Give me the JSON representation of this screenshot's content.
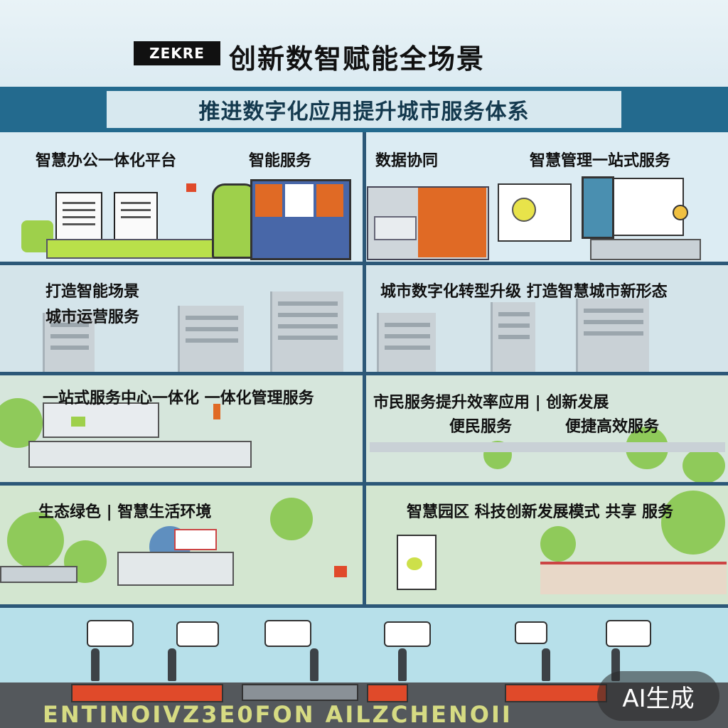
{
  "header": {
    "chip_text": "ZEKRE",
    "title": "创新数智赋能全场景"
  },
  "banner": {
    "text": "推进数字化应用提升城市服务体系"
  },
  "panels": {
    "p1_label_a": "智慧办公一体化平台",
    "p1_label_b": "智能服务",
    "p2_label_a": "数据协同",
    "p2_label_b": "智慧管理一站式服务",
    "p3_label_line1": "打造智能场景",
    "p3_label_line2": "城市运营服务",
    "p4_label": "城市数字化转型升级 打造智慧城市新形态",
    "p5_label": "一站式服务中心一体化 一体化管理服务",
    "p6_label_line1": "市民服务提升效率应用 | 创新发展",
    "p6_label_line2": "便民服务",
    "p6_label_line3": "便捷高效服务",
    "p7_label": "生态绿色 | 智慧生活环境",
    "p8_label": "智慧园区 科技创新发展模式 共享 服务"
  },
  "footer": {
    "text": "ENTINOIVZ3E0FON AILZCHENOII"
  },
  "badge": {
    "text": "AI生成"
  },
  "colors": {
    "banner": "#236a8e",
    "divider": "#2c5878",
    "accent_orange": "#e06a25",
    "accent_green": "#9ed04b",
    "accent_red": "#e04a2a"
  }
}
